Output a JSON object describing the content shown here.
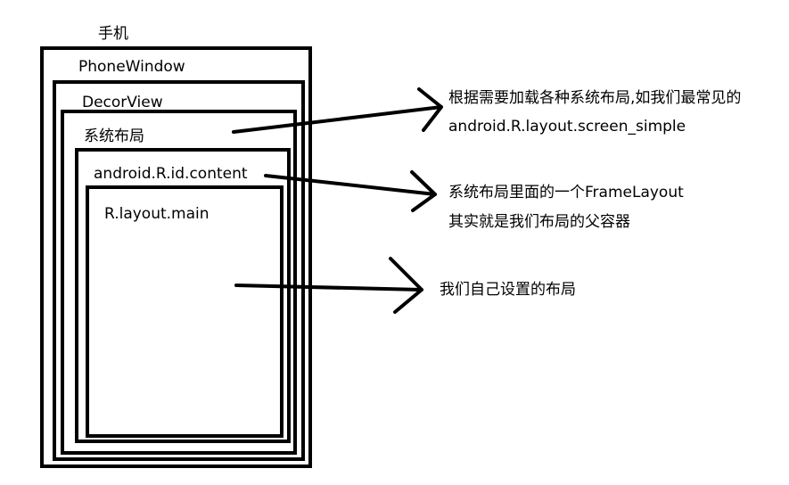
{
  "labels": {
    "phone": "手机",
    "phone_window": "PhoneWindow",
    "decor_view": "DecorView",
    "system_layout": "系统布局",
    "content": "android.R.id.content",
    "main_layout": "R.layout.main"
  },
  "annotations": {
    "system_layout_line1": "根据需要加载各种系统布局,如我们最常见的",
    "system_layout_line2": "android.R.layout.screen_simple",
    "content_line1": "系统布局里面的一个FrameLayout",
    "content_line2": "其实就是我们布局的父容器",
    "main_line1": "我们自己设置的布局"
  }
}
